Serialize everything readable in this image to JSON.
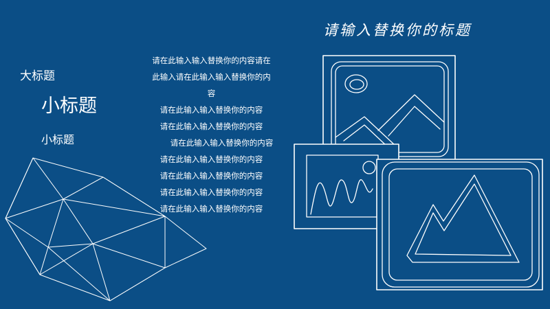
{
  "slide": {
    "title": "请输入替换你的标题",
    "heading_large": "大标题",
    "heading_small_1": "小标题",
    "heading_small_2": "小标题",
    "body_lines": [
      "请在此输入输入替换你的内容请在",
      "此输入请在此输入输入替换你的内",
      "容",
      "请在此输入输入替换你的内容",
      "请在此输入输入替换你的内容",
      "请在此输入输入替换你的内容",
      "请在此输入输入替换你的内容",
      "请在此输入输入替换你的内容",
      "请在此输入输入替换你的内容",
      "请在此输入输入替换你的内容"
    ]
  },
  "colors": {
    "background": "#0b4e86",
    "line": "#ffffff"
  },
  "icons": [
    "image-placeholder-icon",
    "mountain-image-icon",
    "wave-image-icon",
    "polygon-crystal-graphic"
  ]
}
